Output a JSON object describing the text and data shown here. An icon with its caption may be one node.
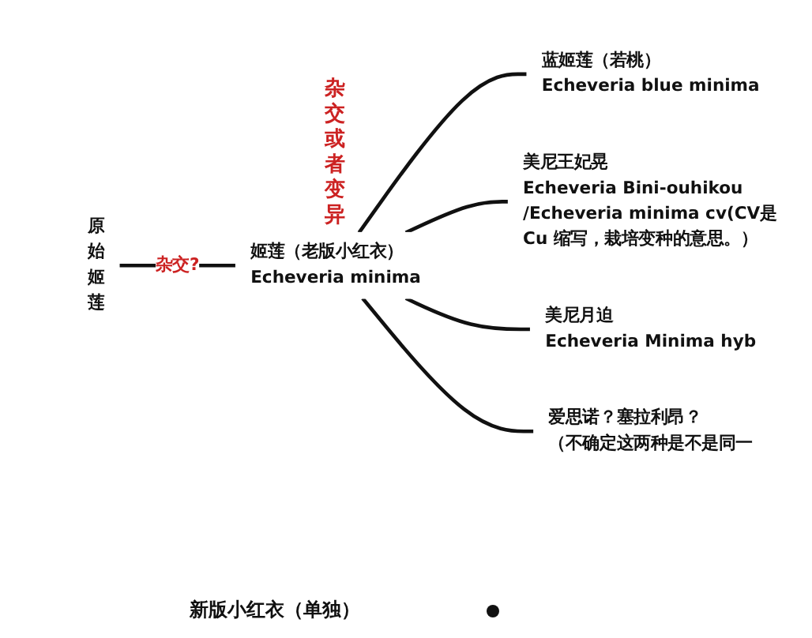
{
  "diagram": {
    "nodes": [
      {
        "text": [
          "原始姬莲"
        ]
      },
      {
        "text": [
          "姬莲（老版小红衣）",
          "Echeveria minima"
        ]
      },
      {
        "text": [
          "蓝姬莲（若桃）",
          "Echeveria blue minima"
        ]
      },
      {
        "text": [
          "美尼王妃晃",
          "Echeveria Bini-ouhikou /Echeveria minima cv(CV是Cu 缩写，栽培变种的意思。）"
        ]
      },
      {
        "text": [
          "美尼月迫",
          "Echeveria Minima hyb"
        ]
      },
      {
        "text": [
          "爱思诺？塞拉利昂？",
          "（不确定这两种是不是同一"
        ]
      }
    ],
    "edges": [
      {
        "from": 0,
        "to": 1,
        "arrow": "none",
        "label": "杂交?"
      },
      {
        "from": 1,
        "to": 2,
        "arrow": "none"
      },
      {
        "from": 1,
        "to": 3,
        "arrow": "none"
      },
      {
        "from": 1,
        "to": 4,
        "arrow": "none"
      },
      {
        "from": 1,
        "to": 5,
        "arrow": "none"
      }
    ],
    "labels": [
      "杂交或者变异",
      "新版小红衣（单独）"
    ]
  }
}
